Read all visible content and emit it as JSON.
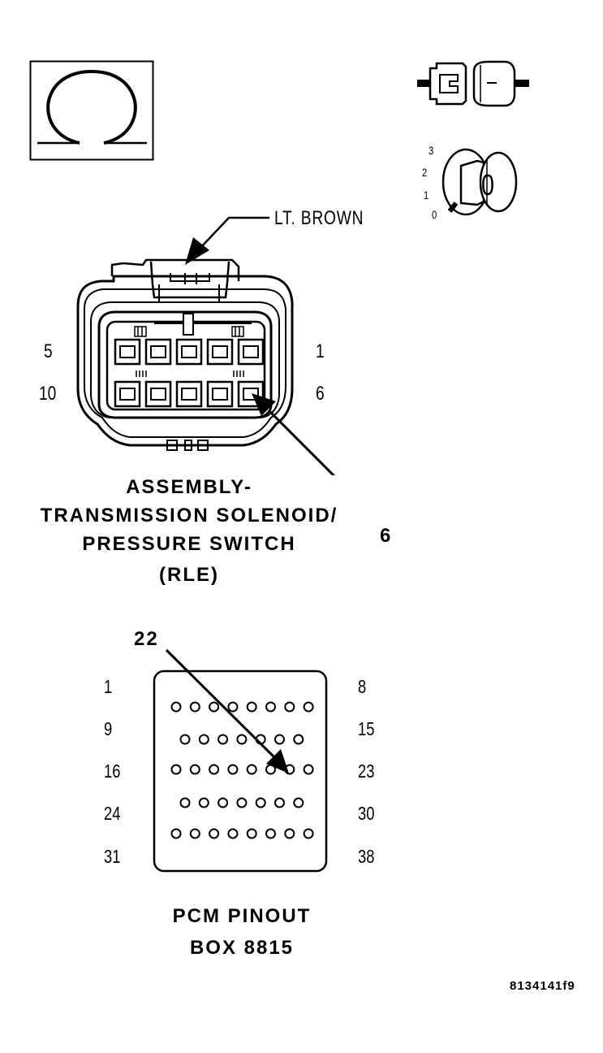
{
  "icons": {
    "ohmmeter": "ohm-symbol-icon",
    "connector": "disconnected-connector-icon",
    "ignition": "ignition-key-icon"
  },
  "ignition_positions": [
    "3",
    "2",
    "1",
    "0"
  ],
  "ignition_key_label": "0",
  "wire_label": "LT. BROWN",
  "connector_rle": {
    "pin_labels": {
      "top_left": "5",
      "top_right": "1",
      "bottom_left": "10",
      "bottom_right": "6"
    },
    "callout": "6",
    "title_lines": [
      "ASSEMBLY-",
      "TRANSMISSION SOLENOID/",
      "PRESSURE SWITCH",
      "(RLE)"
    ]
  },
  "pcm": {
    "callout": "22",
    "left_labels": [
      "1",
      "9",
      "16",
      "24",
      "31"
    ],
    "right_labels": [
      "8",
      "15",
      "23",
      "30",
      "38"
    ],
    "title_lines": [
      "PCM PINOUT",
      "BOX 8815"
    ]
  },
  "figure_id": "8134141f9"
}
